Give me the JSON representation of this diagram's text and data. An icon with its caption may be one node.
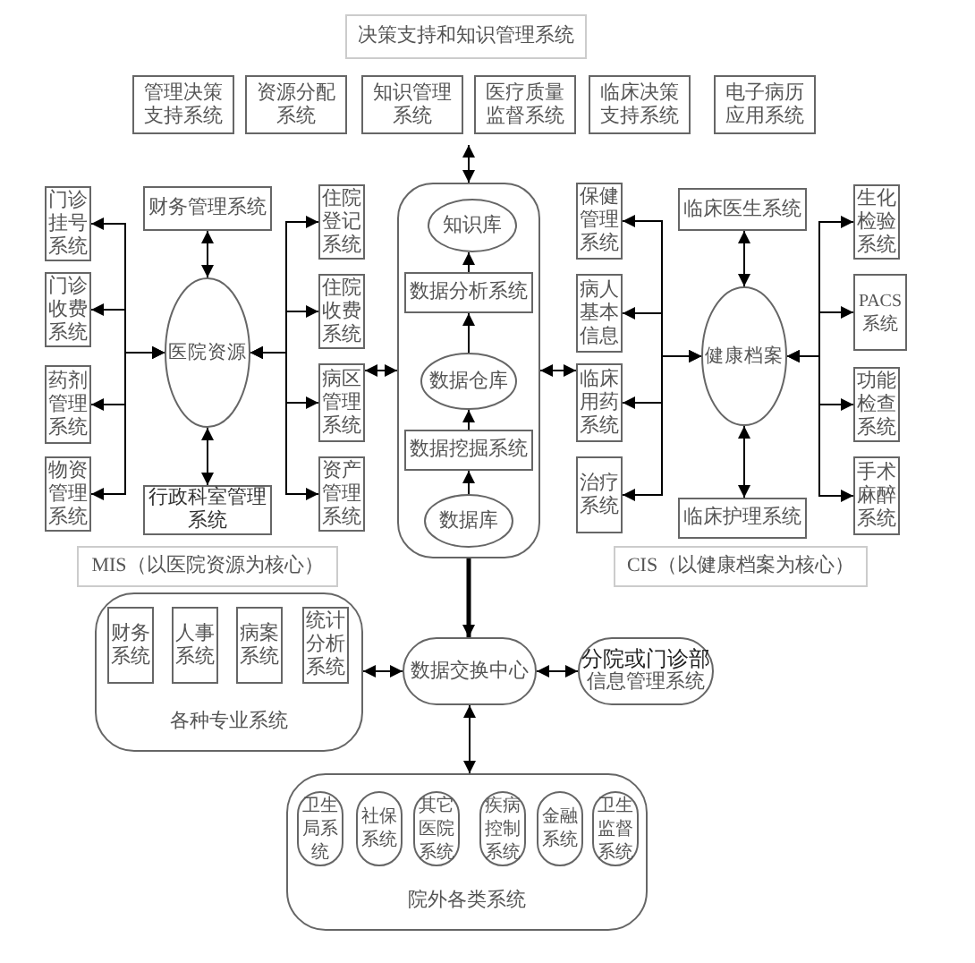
{
  "diagram": {
    "nodes": [
      {
        "text": [
          "决策支持和知识管理系统"
        ]
      },
      {
        "text": [
          "管理决策支持系统"
        ]
      },
      {
        "text": [
          "资源分配系统"
        ]
      },
      {
        "text": [
          "知识管理系统"
        ]
      },
      {
        "text": [
          "医疗质量监督系统"
        ]
      },
      {
        "text": [
          "临床决策支持系统"
        ]
      },
      {
        "text": [
          "电子病历应用系统"
        ]
      },
      {
        "text": [],
        "shape": "box"
      },
      {
        "text": [
          "知识库"
        ],
        "in": 7
      },
      {
        "text": [
          "数据分析系统"
        ],
        "in": 7
      },
      {
        "text": [
          "数据仓库"
        ],
        "in": 7
      },
      {
        "text": [
          "数据挖掘系统"
        ],
        "in": 7
      },
      {
        "text": [
          "数据库"
        ],
        "in": 7
      },
      {
        "text": [
          "门诊挂号系统"
        ]
      },
      {
        "text": [
          "门诊收费系统"
        ]
      },
      {
        "text": [
          "药剂管理系统"
        ]
      },
      {
        "text": [
          "物资管理系统"
        ]
      },
      {
        "text": [
          "财务管理系统"
        ]
      },
      {
        "text": [
          "医院资源"
        ]
      },
      {
        "text": [
          "行政科室管理系统"
        ]
      },
      {
        "text": [
          "住院登记系统"
        ]
      },
      {
        "text": [
          "住院收费系统"
        ]
      },
      {
        "text": [
          "病区管理系统"
        ]
      },
      {
        "text": [
          "资产管理系统"
        ]
      },
      {
        "text": [
          "保健管理系统"
        ]
      },
      {
        "text": [
          "病人基本信息"
        ]
      },
      {
        "text": [
          "临床用药系统"
        ]
      },
      {
        "text": [
          "治疗系统"
        ]
      },
      {
        "text": [
          "临床医生系统"
        ]
      },
      {
        "text": [
          "健康档案"
        ]
      },
      {
        "text": [
          "临床护理系统"
        ]
      },
      {
        "text": [
          "生化检验系统"
        ]
      },
      {
        "text": [
          "PACS系统"
        ]
      },
      {
        "text": [
          "功能检查系统"
        ]
      },
      {
        "text": [
          "手术麻醉系统"
        ]
      },
      {
        "text": [
          "MIS（以医院资源为核心）"
        ]
      },
      {
        "text": [
          "CIS（以健康档案为核心）"
        ]
      },
      {
        "text": [
          "各种专业系统"
        ]
      },
      {
        "text": [
          "财务系统"
        ],
        "in": 37
      },
      {
        "text": [
          "人事系统"
        ],
        "in": 37
      },
      {
        "text": [
          "病案系统"
        ],
        "in": 37
      },
      {
        "text": [
          "统计分析系统"
        ],
        "in": 37
      },
      {
        "text": [
          "数据交换中心"
        ]
      },
      {
        "text": [
          "分院或门诊部",
          "信息管理系统"
        ]
      },
      {
        "text": [
          "院外各类系统"
        ]
      },
      {
        "text": [
          "卫生局系统"
        ],
        "in": 44
      },
      {
        "text": [
          "社保系统"
        ],
        "in": 44
      },
      {
        "text": [
          "其它医院系统"
        ],
        "in": 44
      },
      {
        "text": [
          "疾病控制系统"
        ],
        "in": 44
      },
      {
        "text": [
          "金融系统"
        ],
        "in": 44
      },
      {
        "text": [
          "卫生监督系统"
        ],
        "in": 44
      }
    ],
    "edges": [
      {
        "from": 3,
        "to": 7,
        "arrow": "both"
      },
      {
        "from": 12,
        "to": 11,
        "arrow": "to"
      },
      {
        "from": 11,
        "to": 10,
        "arrow": "to"
      },
      {
        "from": 10,
        "to": 9,
        "arrow": "to"
      },
      {
        "from": 9,
        "to": 8,
        "arrow": "to"
      },
      {
        "from": 18,
        "to": 13,
        "arrow": "both"
      },
      {
        "from": 18,
        "to": 14,
        "arrow": "both"
      },
      {
        "from": 18,
        "to": 15,
        "arrow": "both"
      },
      {
        "from": 18,
        "to": 16,
        "arrow": "both"
      },
      {
        "from": 18,
        "to": 17,
        "arrow": "both"
      },
      {
        "from": 18,
        "to": 19,
        "arrow": "both"
      },
      {
        "from": 18,
        "to": 20,
        "arrow": "both"
      },
      {
        "from": 18,
        "to": 21,
        "arrow": "both"
      },
      {
        "from": 18,
        "to": 22,
        "arrow": "both"
      },
      {
        "from": 18,
        "to": 23,
        "arrow": "both"
      },
      {
        "from": 22,
        "to": 7,
        "arrow": "both"
      },
      {
        "from": 29,
        "to": 24,
        "arrow": "both"
      },
      {
        "from": 29,
        "to": 25,
        "arrow": "both"
      },
      {
        "from": 29,
        "to": 26,
        "arrow": "both"
      },
      {
        "from": 29,
        "to": 27,
        "arrow": "both"
      },
      {
        "from": 29,
        "to": 28,
        "arrow": "both"
      },
      {
        "from": 29,
        "to": 30,
        "arrow": "both"
      },
      {
        "from": 29,
        "to": 31,
        "arrow": "both"
      },
      {
        "from": 29,
        "to": 32,
        "arrow": "both"
      },
      {
        "from": 29,
        "to": 33,
        "arrow": "both"
      },
      {
        "from": 29,
        "to": 34,
        "arrow": "both"
      },
      {
        "from": 7,
        "to": 26,
        "arrow": "both"
      },
      {
        "from": 7,
        "to": 42,
        "arrow": "to",
        "style": "thick"
      },
      {
        "from": 37,
        "to": 42,
        "arrow": "both"
      },
      {
        "from": 42,
        "to": 43,
        "arrow": "both"
      },
      {
        "from": 42,
        "to": 44,
        "arrow": "both"
      }
    ]
  }
}
